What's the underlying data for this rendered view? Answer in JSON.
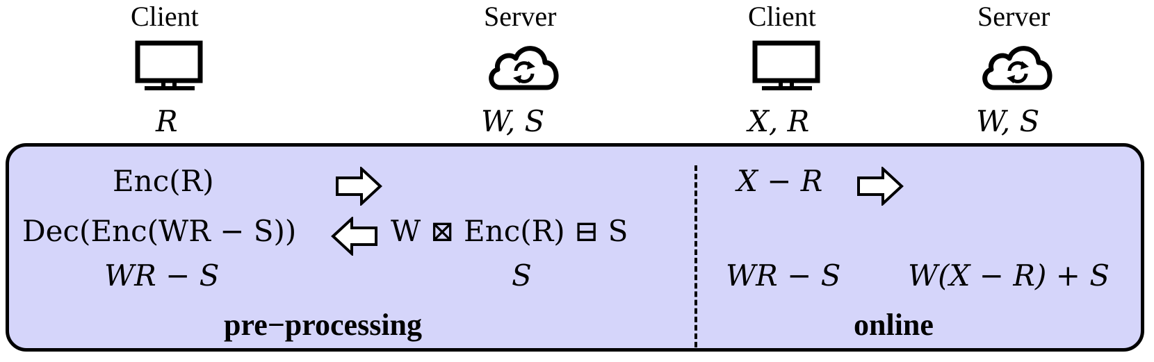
{
  "roles": {
    "pre_client": {
      "label": "Client",
      "vars": "R",
      "icon": "monitor-icon"
    },
    "pre_server": {
      "label": "Server",
      "vars": "W, S",
      "icon": "cloud-sync-icon"
    },
    "online_client": {
      "label": "Client",
      "vars": "X, R",
      "icon": "monitor-icon"
    },
    "online_server": {
      "label": "Server",
      "vars": "W, S",
      "icon": "cloud-sync-icon"
    }
  },
  "preprocessing": {
    "phase_label": "pre−processing",
    "client_send": "Enc(R)",
    "client_decrypt": "Dec(Enc(WR − S))",
    "server_compute": "W ⊠ Enc(R) ⊟ S",
    "client_result": "WR − S",
    "server_result": "S"
  },
  "online": {
    "phase_label": "online",
    "client_send": "X − R",
    "client_result": "WR − S",
    "server_result": "W(X − R) + S"
  },
  "colors": {
    "panel_fill": "#d5d5fa",
    "stroke": "#000000"
  }
}
